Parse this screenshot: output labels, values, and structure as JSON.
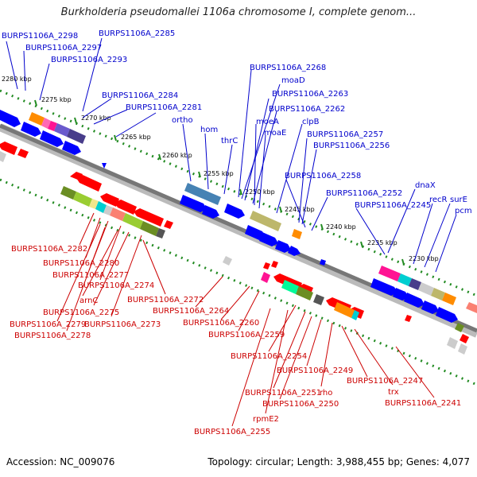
{
  "title": "Burkholderia pseudomallei 1106a chromosome I, complete genom...",
  "footer": {
    "accession": "Accession: NC_009076",
    "topology": "Topology: circular; Length: 3,988,455 bp; Genes: 4,077"
  },
  "ticks": [
    {
      "label": "2280 kbp"
    },
    {
      "label": "2275 kbp"
    },
    {
      "label": "2270 kbp"
    },
    {
      "label": "2265 kbp"
    },
    {
      "label": "2260 kbp"
    },
    {
      "label": "2255 kbp"
    },
    {
      "label": "2250 kbp"
    },
    {
      "label": "2245 kbp"
    },
    {
      "label": "2240 kbp"
    },
    {
      "label": "2235 kbp"
    },
    {
      "label": "2230 kbp"
    }
  ],
  "top_labels": [
    "BURPS1106A_2298",
    "BURPS1106A_2297",
    "BURPS1106A_2293",
    "BURPS1106A_2285",
    "BURPS1106A_2284",
    "BURPS1106A_2281",
    "ortho",
    "hom",
    "thrC",
    "BURPS1106A_2268",
    "moaD",
    "BURPS1106A_2263",
    "BURPS1106A_2262",
    "moeA",
    "clpB",
    "moaE",
    "BURPS1106A_2257",
    "BURPS1106A_2256",
    "BURPS1106A_2258",
    "BURPS1106A_2252",
    "dnaX",
    "BURPS1106A_2245",
    "recR",
    "surE",
    "pcm"
  ],
  "bottom_labels": [
    "BURPS1106A_2282",
    "BURPS1106A_2280",
    "BURPS1106A_2277",
    "BURPS1106A_2274",
    "arnC",
    "BURPS1106A_2275",
    "BURPS1106A_2279",
    "BURPS1106A_2273",
    "BURPS1106A_2278",
    "BURPS1106A_2272",
    "BURPS1106A_2264",
    "BURPS1106A_2260",
    "BURPS1106A_2259",
    "BURPS1106A_2254",
    "BURPS1106A_2249",
    "BURPS1106A_2247",
    "BURPS1106A_2251",
    "rho",
    "trx",
    "BURPS1106A_2250",
    "BURPS1106A_2241",
    "rpmE2",
    "BURPS1106A_2255"
  ],
  "colors": {
    "top_label": "#0000cc",
    "bottom_label": "#cc0000",
    "backbone": "#777777",
    "tick_dot": "#228b22",
    "forward_gene": "#0000ff",
    "reverse_gene": "#ff0000"
  }
}
